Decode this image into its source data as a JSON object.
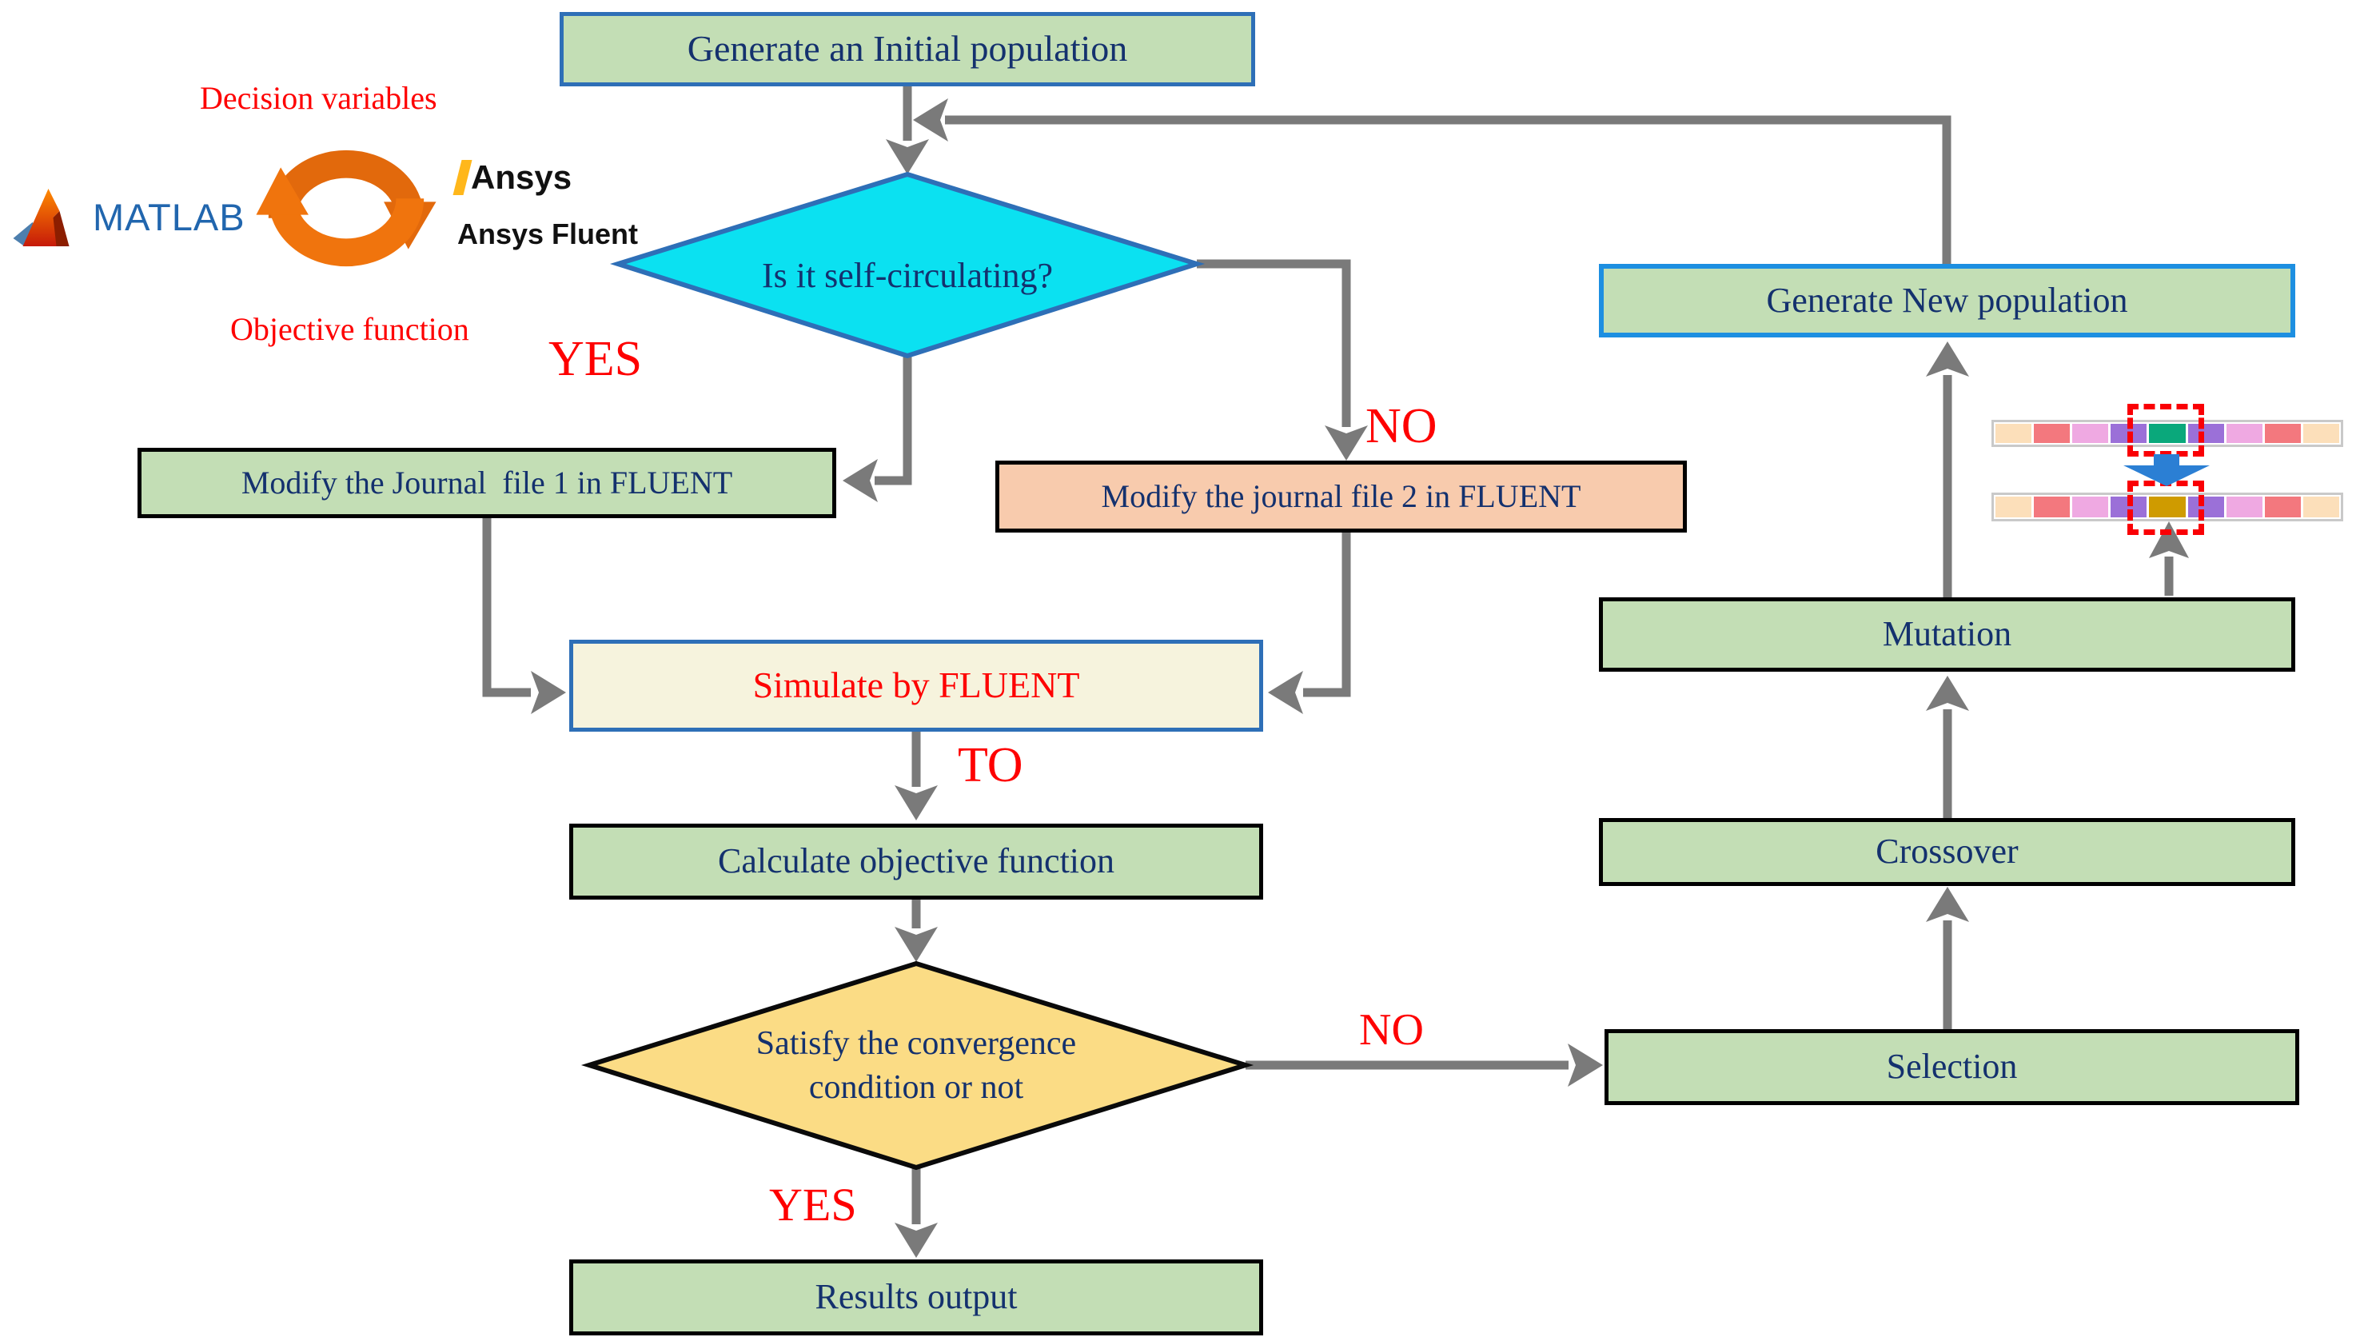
{
  "nodes": {
    "generate_initial": "Generate an Initial population",
    "self_circulating": "Is it self-circulating?",
    "journal1": "Modify the Journal  file 1 in FLUENT",
    "journal2": "Modify the journal file 2 in FLUENT",
    "simulate": "Simulate by FLUENT",
    "calculate": "Calculate objective function",
    "convergence_line1": "Satisfy the convergence",
    "convergence_line2": "condition or not",
    "results": "Results output",
    "generate_new": "Generate New population",
    "mutation": "Mutation",
    "crossover": "Crossover",
    "selection": "Selection"
  },
  "edge_labels": {
    "yes1": "YES",
    "no1": "NO",
    "to": "TO",
    "no2": "NO",
    "yes2": "YES"
  },
  "legend": {
    "decision_variables": "Decision variables",
    "objective_function": "Objective function",
    "matlab": "MATLAB",
    "ansys": "Ansys",
    "ansys_fluent": "Ansys Fluent"
  },
  "genes": {
    "top": [
      "#fcdfba",
      "#f3787e",
      "#efa9e2",
      "#9b70d8",
      "#0aa87b",
      "#9b70d8",
      "#efa9e2",
      "#f3787e",
      "#fcdfba"
    ],
    "bottom": [
      "#fcdfba",
      "#f3787e",
      "#efa9e2",
      "#9b70d8",
      "#cf9b00",
      "#9b70d8",
      "#efa9e2",
      "#f3787e",
      "#fcdfba"
    ]
  },
  "colors": {
    "green_box": "#c3deb5",
    "orange_box": "#f8cbad",
    "cream_box": "#f6f3dd",
    "cyan_diamond": "#0be1f1",
    "yellow_diamond": "#fbdc85",
    "box_text_navy": "#14316e",
    "red_label": "#fe0000",
    "arrow_gray": "#7a7a7a",
    "blue_border": "#2e6fb7",
    "bright_blue_border": "#1d8fe1",
    "dashed_red": "#fa0005",
    "blue_fat_arrow": "#2b7fd4",
    "matlab_blue": "#2166ae",
    "ansys_gold": "#ffb71b",
    "cycle_orange_top": "#e2690c",
    "cycle_orange_bottom": "#f0740d"
  }
}
